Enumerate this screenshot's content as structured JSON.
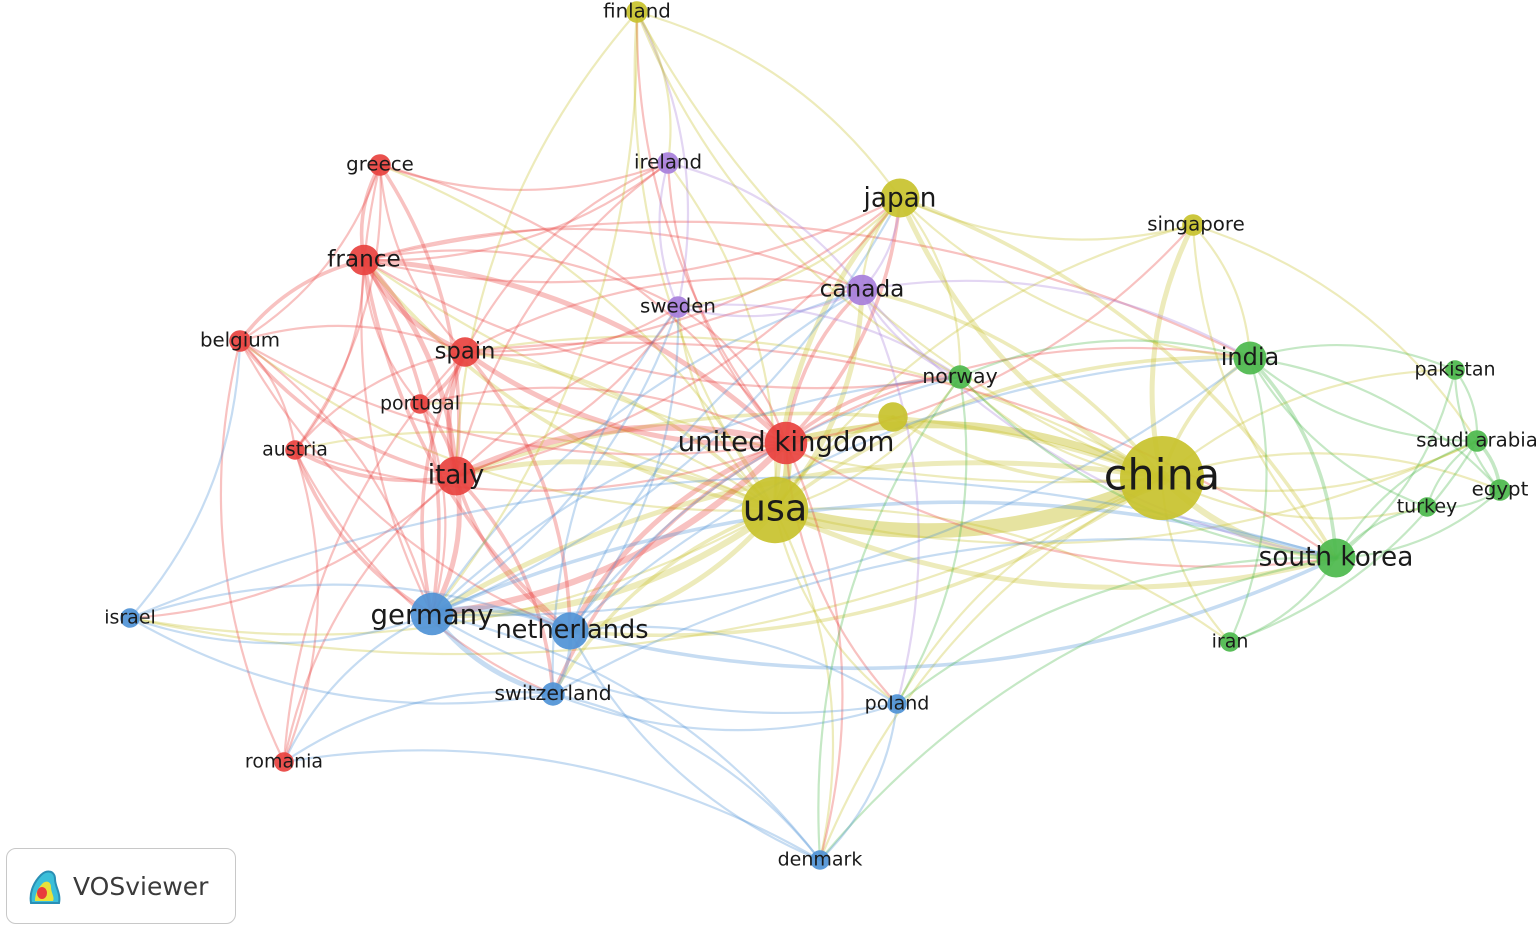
{
  "app": {
    "name": "VOSviewer",
    "logo_icon": "vosviewer-logo-icon"
  },
  "clusters": {
    "red": "#e8423f",
    "green": "#4cb84c",
    "blue": "#4f93d6",
    "yellow": "#c8c22c",
    "purple": "#a77fdb"
  },
  "nodes": [
    {
      "id": "china",
      "label": "china",
      "cluster": "yellow",
      "weight": 100
    },
    {
      "id": "usa",
      "label": "usa",
      "cluster": "yellow",
      "weight": 60
    },
    {
      "id": "japan",
      "label": "japan",
      "cluster": "yellow",
      "weight": 18
    },
    {
      "id": "finland",
      "label": "finland",
      "cluster": "yellow",
      "weight": 4
    },
    {
      "id": "singapore",
      "label": "singapore",
      "cluster": "yellow",
      "weight": 4
    },
    {
      "id": "unlabeled",
      "label": "",
      "cluster": "yellow",
      "weight": 9
    },
    {
      "id": "united-kingdom",
      "label": "united kingdom",
      "cluster": "red",
      "weight": 22
    },
    {
      "id": "italy",
      "label": "italy",
      "cluster": "red",
      "weight": 18
    },
    {
      "id": "france",
      "label": "france",
      "cluster": "red",
      "weight": 10
    },
    {
      "id": "spain",
      "label": "spain",
      "cluster": "red",
      "weight": 9
    },
    {
      "id": "greece",
      "label": "greece",
      "cluster": "red",
      "weight": 4
    },
    {
      "id": "belgium",
      "label": "belgium",
      "cluster": "red",
      "weight": 4
    },
    {
      "id": "portugal",
      "label": "portugal",
      "cluster": "red",
      "weight": 3
    },
    {
      "id": "austria",
      "label": "austria",
      "cluster": "red",
      "weight": 3
    },
    {
      "id": "romania",
      "label": "romania",
      "cluster": "red",
      "weight": 3
    },
    {
      "id": "canada",
      "label": "canada",
      "cluster": "purple",
      "weight": 10
    },
    {
      "id": "sweden",
      "label": "sweden",
      "cluster": "purple",
      "weight": 4
    },
    {
      "id": "ireland",
      "label": "ireland",
      "cluster": "purple",
      "weight": 4
    },
    {
      "id": "germany",
      "label": "germany",
      "cluster": "blue",
      "weight": 22
    },
    {
      "id": "netherlands",
      "label": "netherlands",
      "cluster": "blue",
      "weight": 16
    },
    {
      "id": "switzerland",
      "label": "switzerland",
      "cluster": "blue",
      "weight": 5
    },
    {
      "id": "israel",
      "label": "israel",
      "cluster": "blue",
      "weight": 3
    },
    {
      "id": "poland",
      "label": "poland",
      "cluster": "blue",
      "weight": 3
    },
    {
      "id": "denmark",
      "label": "denmark",
      "cluster": "blue",
      "weight": 3
    },
    {
      "id": "south-korea",
      "label": "south korea",
      "cluster": "green",
      "weight": 18
    },
    {
      "id": "india",
      "label": "india",
      "cluster": "green",
      "weight": 12
    },
    {
      "id": "norway",
      "label": "norway",
      "cluster": "green",
      "weight": 5
    },
    {
      "id": "pakistan",
      "label": "pakistan",
      "cluster": "green",
      "weight": 3
    },
    {
      "id": "saudi-arabia",
      "label": "saudi arabia",
      "cluster": "green",
      "weight": 4
    },
    {
      "id": "egypt",
      "label": "egypt",
      "cluster": "green",
      "weight": 4
    },
    {
      "id": "turkey",
      "label": "turkey",
      "cluster": "green",
      "weight": 3
    },
    {
      "id": "iran",
      "label": "iran",
      "cluster": "green",
      "weight": 3
    }
  ],
  "links": [
    [
      "china",
      "usa",
      10
    ],
    [
      "china",
      "united-kingdom",
      5
    ],
    [
      "china",
      "japan",
      3
    ],
    [
      "china",
      "south-korea",
      4
    ],
    [
      "china",
      "india",
      2
    ],
    [
      "china",
      "germany",
      3
    ],
    [
      "china",
      "singapore",
      3
    ],
    [
      "china",
      "canada",
      2
    ],
    [
      "china",
      "netherlands",
      2
    ],
    [
      "china",
      "italy",
      2
    ],
    [
      "china",
      "pakistan",
      1
    ],
    [
      "china",
      "saudi-arabia",
      1
    ],
    [
      "china",
      "egypt",
      1
    ],
    [
      "china",
      "iran",
      1
    ],
    [
      "china",
      "norway",
      1
    ],
    [
      "china",
      "poland",
      1
    ],
    [
      "china",
      "france",
      1
    ],
    [
      "china",
      "spain",
      1
    ],
    [
      "china",
      "israel",
      1
    ],
    [
      "china",
      "denmark",
      1
    ],
    [
      "china",
      "finland",
      1
    ],
    [
      "china",
      "turkey",
      1
    ],
    [
      "china",
      "unlabeled",
      2
    ],
    [
      "usa",
      "united-kingdom",
      5
    ],
    [
      "usa",
      "germany",
      4
    ],
    [
      "usa",
      "italy",
      3
    ],
    [
      "usa",
      "japan",
      3
    ],
    [
      "usa",
      "canada",
      3
    ],
    [
      "usa",
      "netherlands",
      3
    ],
    [
      "usa",
      "south-korea",
      3
    ],
    [
      "usa",
      "france",
      2
    ],
    [
      "usa",
      "spain",
      2
    ],
    [
      "usa",
      "india",
      2
    ],
    [
      "usa",
      "switzerland",
      2
    ],
    [
      "usa",
      "sweden",
      1
    ],
    [
      "usa",
      "ireland",
      1
    ],
    [
      "usa",
      "finland",
      1
    ],
    [
      "usa",
      "norway",
      1
    ],
    [
      "usa",
      "israel",
      1
    ],
    [
      "usa",
      "greece",
      1
    ],
    [
      "usa",
      "belgium",
      1
    ],
    [
      "usa",
      "austria",
      1
    ],
    [
      "usa",
      "denmark",
      1
    ],
    [
      "usa",
      "poland",
      1
    ],
    [
      "usa",
      "singapore",
      1
    ],
    [
      "usa",
      "portugal",
      1
    ],
    [
      "usa",
      "iran",
      1
    ],
    [
      "usa",
      "saudi-arabia",
      1
    ],
    [
      "usa",
      "unlabeled",
      2
    ],
    [
      "united-kingdom",
      "italy",
      4
    ],
    [
      "united-kingdom",
      "germany",
      4
    ],
    [
      "united-kingdom",
      "france",
      3
    ],
    [
      "united-kingdom",
      "spain",
      3
    ],
    [
      "united-kingdom",
      "netherlands",
      3
    ],
    [
      "united-kingdom",
      "canada",
      2
    ],
    [
      "united-kingdom",
      "japan",
      2
    ],
    [
      "united-kingdom",
      "norway",
      2
    ],
    [
      "united-kingdom",
      "sweden",
      1
    ],
    [
      "united-kingdom",
      "ireland",
      1
    ],
    [
      "united-kingdom",
      "greece",
      1
    ],
    [
      "united-kingdom",
      "belgium",
      1
    ],
    [
      "united-kingdom",
      "portugal",
      1
    ],
    [
      "united-kingdom",
      "austria",
      1
    ],
    [
      "united-kingdom",
      "switzerland",
      2
    ],
    [
      "united-kingdom",
      "india",
      1
    ],
    [
      "united-kingdom",
      "south-korea",
      1
    ],
    [
      "united-kingdom",
      "finland",
      1
    ],
    [
      "united-kingdom",
      "poland",
      1
    ],
    [
      "united-kingdom",
      "denmark",
      1
    ],
    [
      "united-kingdom",
      "singapore",
      1
    ],
    [
      "italy",
      "spain",
      3
    ],
    [
      "italy",
      "france",
      3
    ],
    [
      "italy",
      "germany",
      3
    ],
    [
      "italy",
      "greece",
      2
    ],
    [
      "italy",
      "belgium",
      2
    ],
    [
      "italy",
      "portugal",
      2
    ],
    [
      "italy",
      "austria",
      2
    ],
    [
      "italy",
      "netherlands",
      2
    ],
    [
      "italy",
      "switzerland",
      2
    ],
    [
      "italy",
      "romania",
      1
    ],
    [
      "italy",
      "israel",
      1
    ],
    [
      "italy",
      "sweden",
      1
    ],
    [
      "italy",
      "canada",
      1
    ],
    [
      "italy",
      "japan",
      1
    ],
    [
      "italy",
      "ireland",
      1
    ],
    [
      "france",
      "spain",
      3
    ],
    [
      "france",
      "germany",
      2
    ],
    [
      "france",
      "belgium",
      2
    ],
    [
      "france",
      "greece",
      2
    ],
    [
      "france",
      "portugal",
      1
    ],
    [
      "france",
      "austria",
      1
    ],
    [
      "france",
      "netherlands",
      2
    ],
    [
      "france",
      "canada",
      1
    ],
    [
      "france",
      "japan",
      1
    ],
    [
      "france",
      "sweden",
      1
    ],
    [
      "france",
      "ireland",
      1
    ],
    [
      "france",
      "india",
      1
    ],
    [
      "france",
      "norway",
      1
    ],
    [
      "spain",
      "portugal",
      2
    ],
    [
      "spain",
      "germany",
      2
    ],
    [
      "spain",
      "greece",
      1
    ],
    [
      "spain",
      "belgium",
      1
    ],
    [
      "spain",
      "netherlands",
      2
    ],
    [
      "spain",
      "austria",
      1
    ],
    [
      "spain",
      "canada",
      1
    ],
    [
      "spain",
      "sweden",
      1
    ],
    [
      "spain",
      "ireland",
      1
    ],
    [
      "spain",
      "japan",
      1
    ],
    [
      "spain",
      "south-korea",
      1
    ],
    [
      "spain",
      "romania",
      1
    ],
    [
      "greece",
      "belgium",
      1
    ],
    [
      "greece",
      "germany",
      1
    ],
    [
      "greece",
      "austria",
      1
    ],
    [
      "greece",
      "ireland",
      1
    ],
    [
      "belgium",
      "austria",
      1
    ],
    [
      "belgium",
      "netherlands",
      1
    ],
    [
      "belgium",
      "germany",
      1
    ],
    [
      "belgium",
      "romania",
      1
    ],
    [
      "portugal",
      "germany",
      1
    ],
    [
      "austria",
      "germany",
      2
    ],
    [
      "austria",
      "romania",
      1
    ],
    [
      "austria",
      "switzerland",
      1
    ],
    [
      "germany",
      "netherlands",
      4
    ],
    [
      "germany",
      "switzerland",
      3
    ],
    [
      "germany",
      "israel",
      1
    ],
    [
      "germany",
      "poland",
      1
    ],
    [
      "germany",
      "denmark",
      1
    ],
    [
      "germany",
      "sweden",
      1
    ],
    [
      "germany",
      "canada",
      1
    ],
    [
      "germany",
      "japan",
      1
    ],
    [
      "germany",
      "south-korea",
      2
    ],
    [
      "germany",
      "india",
      1
    ],
    [
      "germany",
      "norway",
      1
    ],
    [
      "germany",
      "romania",
      1
    ],
    [
      "netherlands",
      "switzerland",
      2
    ],
    [
      "netherlands",
      "south-korea",
      2
    ],
    [
      "netherlands",
      "canada",
      1
    ],
    [
      "netherlands",
      "sweden",
      1
    ],
    [
      "netherlands",
      "poland",
      1
    ],
    [
      "netherlands",
      "denmark",
      1
    ],
    [
      "netherlands",
      "norway",
      1
    ],
    [
      "netherlands",
      "israel",
      1
    ],
    [
      "netherlands",
      "india",
      1
    ],
    [
      "israel",
      "switzerland",
      1
    ],
    [
      "israel",
      "south-korea",
      1
    ],
    [
      "israel",
      "belgium",
      1
    ],
    [
      "switzerland",
      "denmark",
      1
    ],
    [
      "switzerland",
      "poland",
      1
    ],
    [
      "switzerland",
      "sweden",
      1
    ],
    [
      "switzerland",
      "romania",
      1
    ],
    [
      "switzerland",
      "south-korea",
      1
    ],
    [
      "canada",
      "japan",
      1
    ],
    [
      "canada",
      "sweden",
      1
    ],
    [
      "canada",
      "ireland",
      1
    ],
    [
      "canada",
      "india",
      1
    ],
    [
      "canada",
      "south-korea",
      1
    ],
    [
      "canada",
      "poland",
      1
    ],
    [
      "canada",
      "norway",
      1
    ],
    [
      "sweden",
      "ireland",
      1
    ],
    [
      "sweden",
      "finland",
      1
    ],
    [
      "sweden",
      "norway",
      1
    ],
    [
      "japan",
      "singapore",
      1
    ],
    [
      "japan",
      "south-korea",
      2
    ],
    [
      "japan",
      "india",
      1
    ],
    [
      "japan",
      "norway",
      1
    ],
    [
      "japan",
      "finland",
      1
    ],
    [
      "japan",
      "sweden",
      1
    ],
    [
      "japan",
      "canada",
      1
    ],
    [
      "finland",
      "ireland",
      1
    ],
    [
      "finland",
      "norway",
      1
    ],
    [
      "finland",
      "germany",
      1
    ],
    [
      "finland",
      "italy",
      1
    ],
    [
      "singapore",
      "india",
      1
    ],
    [
      "singapore",
      "south-korea",
      1
    ],
    [
      "singapore",
      "saudi-arabia",
      1
    ],
    [
      "south-korea",
      "india",
      2
    ],
    [
      "south-korea",
      "iran",
      1
    ],
    [
      "south-korea",
      "pakistan",
      1
    ],
    [
      "south-korea",
      "saudi-arabia",
      1
    ],
    [
      "south-korea",
      "egypt",
      1
    ],
    [
      "south-korea",
      "turkey",
      1
    ],
    [
      "south-korea",
      "denmark",
      1
    ],
    [
      "south-korea",
      "norway",
      1
    ],
    [
      "south-korea",
      "poland",
      1
    ],
    [
      "india",
      "pakistan",
      1
    ],
    [
      "india",
      "saudi-arabia",
      1
    ],
    [
      "india",
      "egypt",
      1
    ],
    [
      "india",
      "turkey",
      1
    ],
    [
      "india",
      "iran",
      1
    ],
    [
      "india",
      "norway",
      1
    ],
    [
      "pakistan",
      "saudi-arabia",
      1
    ],
    [
      "pakistan",
      "egypt",
      1
    ],
    [
      "saudi-arabia",
      "egypt",
      2
    ],
    [
      "saudi-arabia",
      "turkey",
      1
    ],
    [
      "egypt",
      "turkey",
      1
    ],
    [
      "iran",
      "saudi-arabia",
      1
    ],
    [
      "norway",
      "poland",
      1
    ],
    [
      "norway",
      "denmark",
      1
    ],
    [
      "poland",
      "denmark",
      1
    ],
    [
      "denmark",
      "romania",
      1
    ]
  ]
}
